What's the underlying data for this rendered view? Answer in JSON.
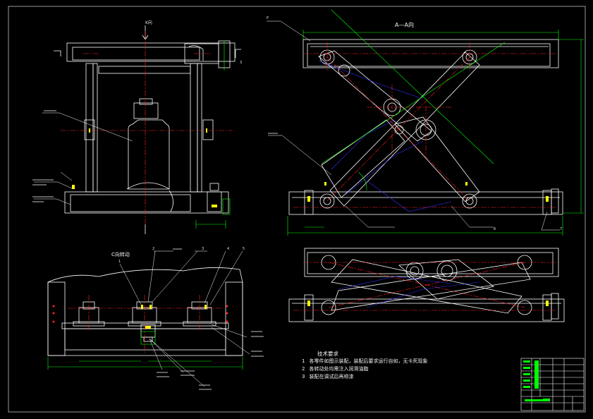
{
  "view_titles": {
    "section_aa": "A—A向",
    "view_c": "C向转动",
    "view_k": "K向"
  },
  "notes": {
    "heading": "技术要求",
    "items": [
      {
        "num": "1",
        "text": "各零件如图示装配，装配后要求运行自如，无卡死现象"
      },
      {
        "num": "2",
        "text": "各转动处均需注入润滑油脂"
      },
      {
        "num": "3",
        "text": "装配在调试后再喷漆"
      }
    ]
  },
  "balloons": {
    "top_left_section": "3",
    "section_p": "P",
    "view_c_labels": [
      "1",
      "2",
      "3",
      "4",
      "5"
    ],
    "bottom_labels": [
      "6",
      "7"
    ]
  },
  "colors": {
    "background": "#000000",
    "outline": "#ffffff",
    "centerline": "#ff2020",
    "dimension": "#00ff00",
    "hidden": "#3030ff",
    "leader": "#ffffff",
    "accent_cyan": "#00ffff",
    "accent_yellow": "#ffff00"
  }
}
